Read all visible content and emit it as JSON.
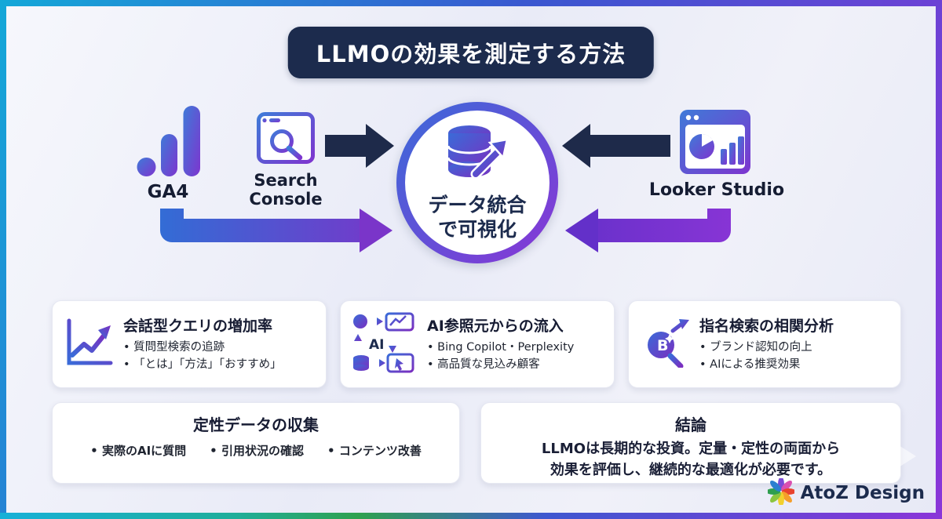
{
  "title": "LLMOの効果を測定する方法",
  "flow": {
    "sources": {
      "ga4": "GA4",
      "search_console": "Search Console",
      "looker_studio": "Looker Studio"
    },
    "center": {
      "line1": "データ統合",
      "line2": "で可視化"
    }
  },
  "metric_cards": [
    {
      "title": "会話型クエリの増加率",
      "bullets": [
        "質問型検索の追跡",
        "「とは」「方法」「おすすめ」"
      ]
    },
    {
      "title": "AI参照元からの流入",
      "bullets": [
        "Bing Copilot・Perplexity",
        "高品質な見込み顧客"
      ]
    },
    {
      "title": "指名検索の相関分析",
      "bullets": [
        "ブランド認知の向上",
        "AIによる推奨効果"
      ]
    }
  ],
  "bottom": {
    "qualitative": {
      "title": "定性データの収集",
      "bullets": [
        "実際のAIに質問",
        "引用状況の確認",
        "コンテンツ改善"
      ]
    },
    "conclusion": {
      "title": "結論",
      "body": "LLMOは長期的な投資。定量・定性の両面から\n効果を評価し、継続的な最適化が必要です。"
    }
  },
  "icons": {
    "ai_label": "AI",
    "brand_letter": "B"
  },
  "footer": {
    "brand": "AtoZ Design"
  },
  "colors": {
    "accent_blue": "#2f6fd6",
    "accent_purple": "#8a35d6",
    "navy": "#1c2b4d"
  }
}
